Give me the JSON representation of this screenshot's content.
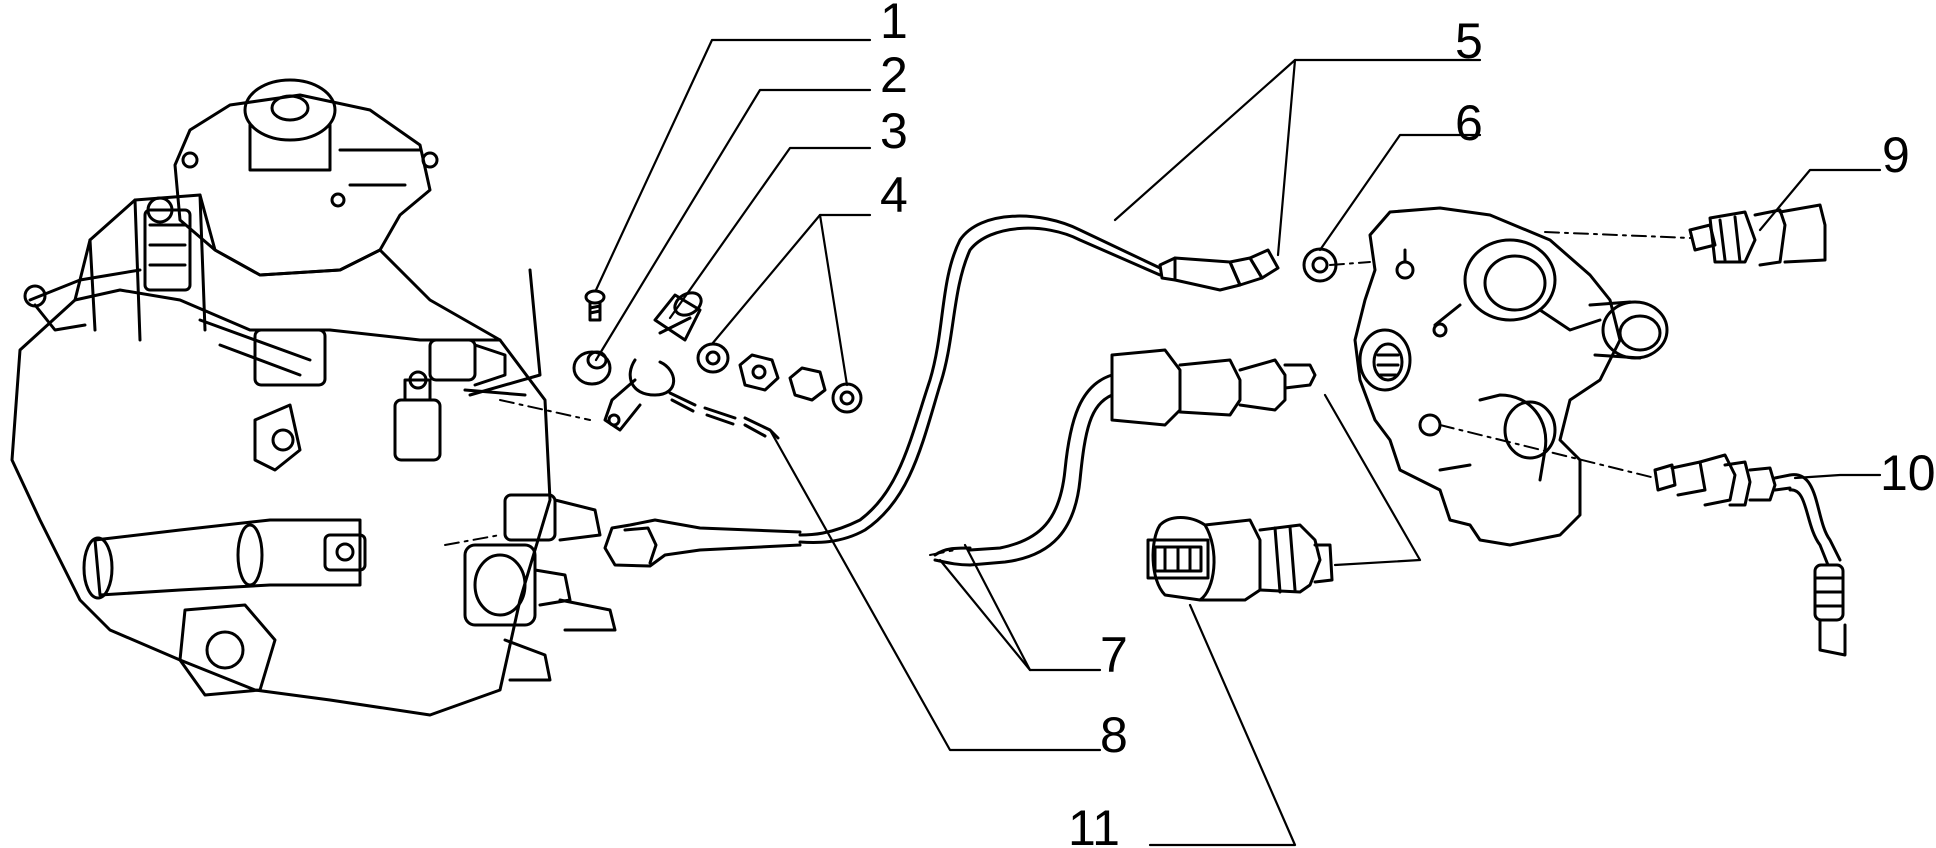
{
  "callouts": [
    {
      "id": "1",
      "label": "1"
    },
    {
      "id": "2",
      "label": "2"
    },
    {
      "id": "3",
      "label": "3"
    },
    {
      "id": "4",
      "label": "4"
    },
    {
      "id": "5",
      "label": "5"
    },
    {
      "id": "6",
      "label": "6"
    },
    {
      "id": "7",
      "label": "7"
    },
    {
      "id": "8",
      "label": "8"
    },
    {
      "id": "9",
      "label": "9"
    },
    {
      "id": "10",
      "label": "10"
    },
    {
      "id": "11",
      "label": "11"
    }
  ],
  "colors": {
    "ink": "#000000",
    "background": "#ffffff"
  }
}
